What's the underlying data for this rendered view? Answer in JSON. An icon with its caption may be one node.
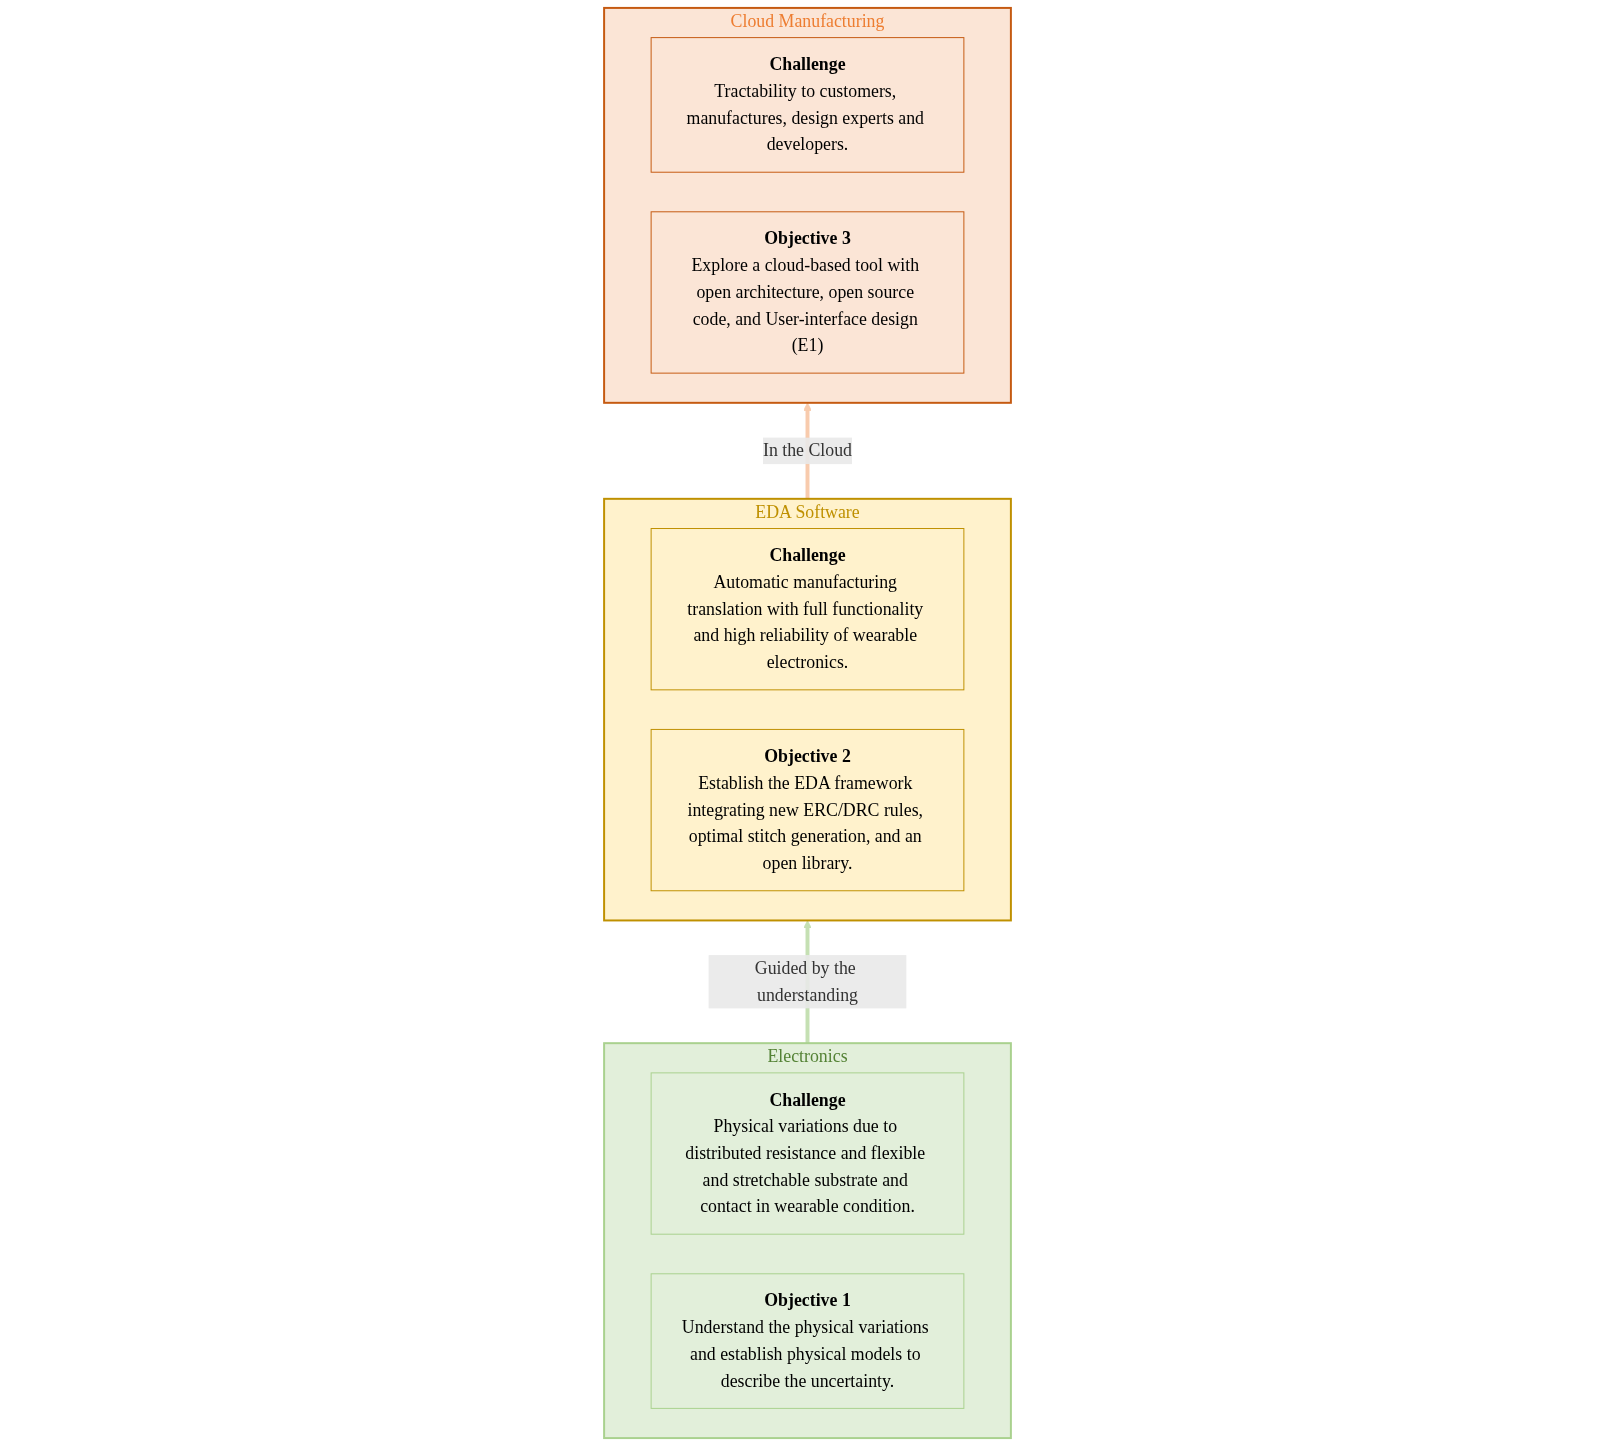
{
  "diagram": {
    "nodes": [
      {
        "text": [
          "Cloud Manufacturing"
        ]
      },
      {
        "text": [
          "Challenge",
          "Tractability to customers, manufactures, design experts and developers."
        ],
        "in": 0
      },
      {
        "text": [
          "Objective 3",
          "Explore a cloud-based tool with open architecture, open source code, and User-interface design (E1)"
        ],
        "in": 0
      },
      {
        "text": [
          "EDA Software"
        ]
      },
      {
        "text": [
          "Challenge",
          "Automatic manufacturing translation with full functionality and high reliability of wearable electronics."
        ],
        "in": 3
      },
      {
        "text": [
          "Objective 2",
          "Establish the EDA framework integrating new ERC/DRC rules, optimal stitch generation, and an open library."
        ],
        "in": 3
      },
      {
        "text": [
          "Electronics"
        ]
      },
      {
        "text": [
          "Challenge",
          "Physical variations due to distributed resistance and flexible and stretchable substrate and contact in wearable condition."
        ],
        "in": 6
      },
      {
        "text": [
          "Objective 1",
          "Understand the physical variations and establish physical models to describe the uncertainty."
        ],
        "in": 6
      }
    ],
    "edges": [
      {
        "from": 3,
        "to": 0,
        "arrow": "to",
        "label": "In the Cloud",
        "color": "#f8cbad"
      },
      {
        "from": 6,
        "to": 3,
        "arrow": "to",
        "label": "Guided by the understanding",
        "color": "#c5e0b3"
      }
    ]
  }
}
